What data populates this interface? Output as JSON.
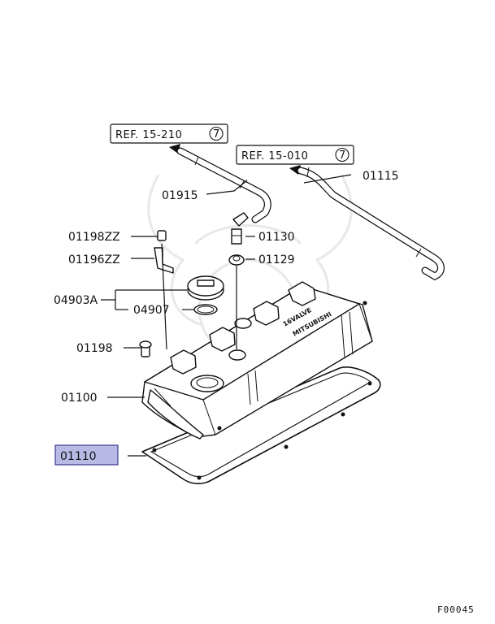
{
  "references": [
    {
      "id": "ref1",
      "text": "REF. 15-210",
      "circle": "7"
    },
    {
      "id": "ref2",
      "text": "REF. 15-010",
      "circle": "7"
    }
  ],
  "labels": {
    "p01915": "01915",
    "p01115": "01115",
    "p01198ZZ": "01198ZZ",
    "p01130": "01130",
    "p01196ZZ": "01196ZZ",
    "p01129": "01129",
    "p04903A": "04903A",
    "p04907": "04907",
    "p01198": "01198",
    "p01100": "01100",
    "p01110": "01110"
  },
  "highlighted_part": "01110",
  "highlight_color": "#b9b9e6",
  "figure_code": "F00045",
  "cover_text": {
    "line1": "16VALVE",
    "line2": "MITSUBISHI"
  }
}
